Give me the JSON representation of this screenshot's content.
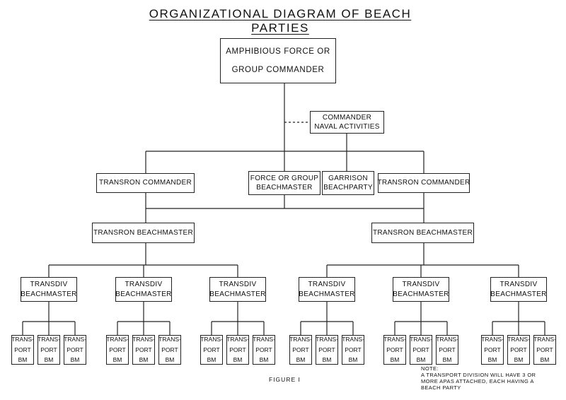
{
  "title": "ORGANIZATIONAL DIAGRAM OF BEACH PARTIES",
  "top_box": [
    "AMPHIBIOUS FORCE OR",
    "GROUP COMMANDER"
  ],
  "naval_box": [
    "COMMANDER",
    "NAVAL ACTIVITIES"
  ],
  "transron_commander_left": [
    "TRANSRON COMMANDER"
  ],
  "force_beachmaster": [
    "FORCE OR GROUP",
    "BEACHMASTER"
  ],
  "garrison_beachparty": [
    "GARRISON",
    "BEACHPARTY"
  ],
  "transron_commander_right": [
    "TRANSRON COMMANDER"
  ],
  "transron_beachmaster_left": [
    "TRANSRON BEACHMASTER"
  ],
  "transron_beachmaster_right": [
    "TRANSRON BEACHMASTER"
  ],
  "transdiv_label": [
    "TRANSDIV",
    "BEACHMASTER"
  ],
  "transport_label": [
    "TRANS-",
    "PORT",
    "BM"
  ],
  "figure_label": "FIGURE I",
  "note": [
    "NOTE:",
    "A TRANSPORT DIVISION WILL HAVE 3 OR",
    "MORE APAS ATTACHED, EACH HAVING A",
    "BEACH PARTY"
  ]
}
